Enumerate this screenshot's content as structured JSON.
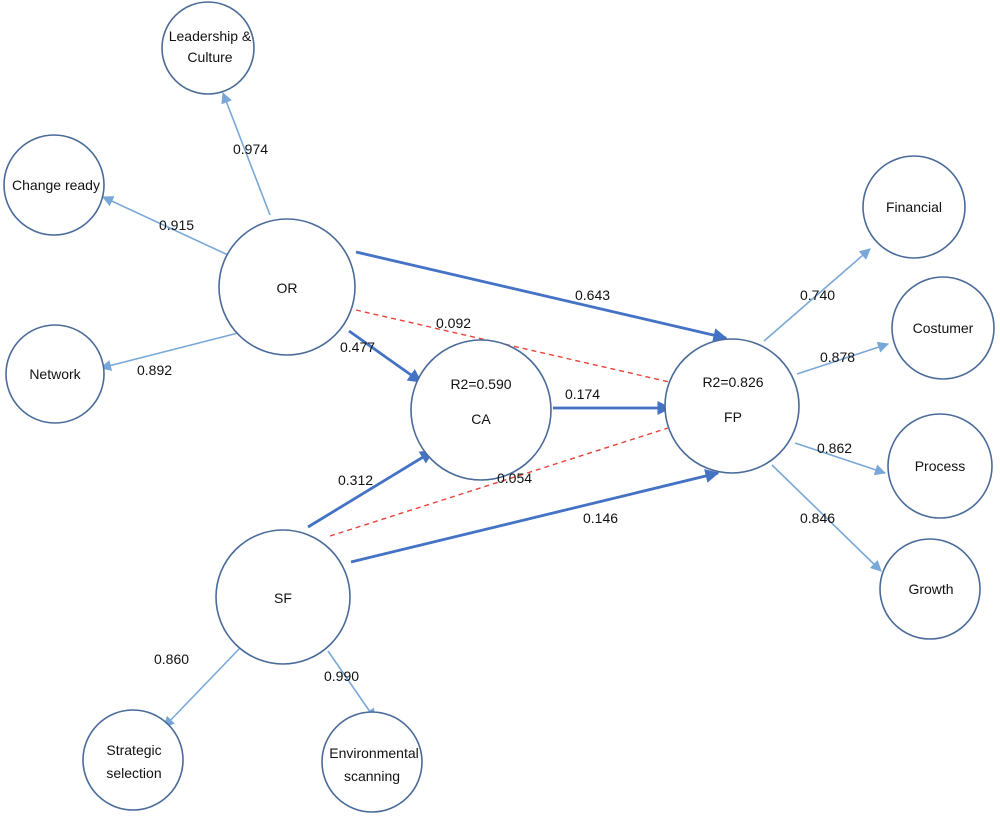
{
  "nodes": {
    "leadership": {
      "lines": [
        "Leadership &",
        "Culture"
      ]
    },
    "change": {
      "lines": [
        "Change ready"
      ]
    },
    "network": {
      "lines": [
        "Network"
      ]
    },
    "or": {
      "lines": [
        "OR"
      ]
    },
    "ca": {
      "lines": [
        "R2=0.590",
        "CA"
      ]
    },
    "fp": {
      "lines": [
        "R2=0.826",
        "FP"
      ]
    },
    "sf": {
      "lines": [
        "SF"
      ]
    },
    "financial": {
      "lines": [
        "Financial"
      ]
    },
    "costumer": {
      "lines": [
        "Costumer"
      ]
    },
    "process": {
      "lines": [
        "Process"
      ]
    },
    "growth": {
      "lines": [
        "Growth"
      ]
    },
    "strategic": {
      "lines": [
        "Strategic",
        "selection"
      ]
    },
    "environmental": {
      "lines": [
        "Environmental",
        "scanning"
      ]
    }
  },
  "edges": {
    "or_leadership": "0.974",
    "or_change": "0.915",
    "or_network": "0.892",
    "or_fp": "0.643",
    "or_ca": "0.477",
    "or_fp_moderation": "0.092",
    "ca_fp": "0.174",
    "sf_ca": "0.312",
    "sf_fp_moderation": "0.054",
    "sf_fp": "0.146",
    "fp_financial": "0.740",
    "fp_costumer": "0.878",
    "fp_process": "0.862",
    "fp_growth": "0.846",
    "sf_strategic": "0.860",
    "sf_environmental": "0.990"
  },
  "colors": {
    "node_stroke": "#4a6b9a",
    "loading_edge": "#79a8d8",
    "structural_edge": "#4472c4",
    "moderation_edge": "#e8423a"
  }
}
